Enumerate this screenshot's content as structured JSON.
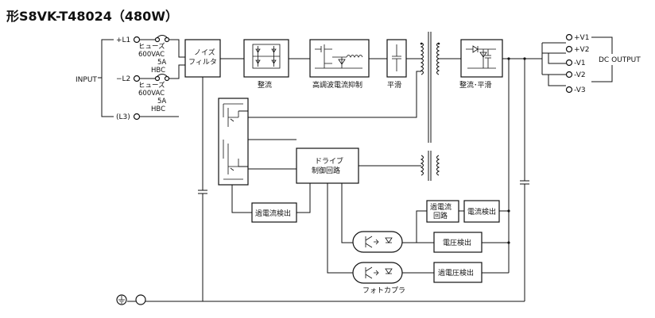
{
  "title": "形S8VK-T48024（480W）",
  "input": {
    "label": "INPUT",
    "terminals": [
      "+L1",
      "−L2",
      "(L3)"
    ],
    "fuses": [
      {
        "lines": [
          "ヒューズ",
          "600VAC",
          "5A",
          "HBC"
        ]
      },
      {
        "lines": [
          "ヒューズ",
          "600VAC",
          "5A",
          "HBC"
        ]
      }
    ]
  },
  "blocks": {
    "noise_filter": [
      "ノイズ",
      "フィルタ"
    ],
    "rectifier": "整流",
    "harmonic": "高調波電流抑制",
    "smoothing": "平滑",
    "out_rect": "整流･平滑",
    "drive": [
      "ドライブ",
      "制御回路"
    ],
    "overcurrent_left": "過電流検出",
    "overcurrent_right": [
      "過電流",
      "回路"
    ],
    "current_detect": "電流検出",
    "voltage_detect": "電圧検出",
    "overvoltage_detect": "過電圧検出",
    "photocoupler": "フォトカプラ"
  },
  "output": {
    "label": "DC OUTPUT",
    "terminals": [
      "+V1",
      "+V2",
      "-V1",
      "-V2",
      "-V3"
    ]
  },
  "ground_icon": "earth-ground-icon"
}
